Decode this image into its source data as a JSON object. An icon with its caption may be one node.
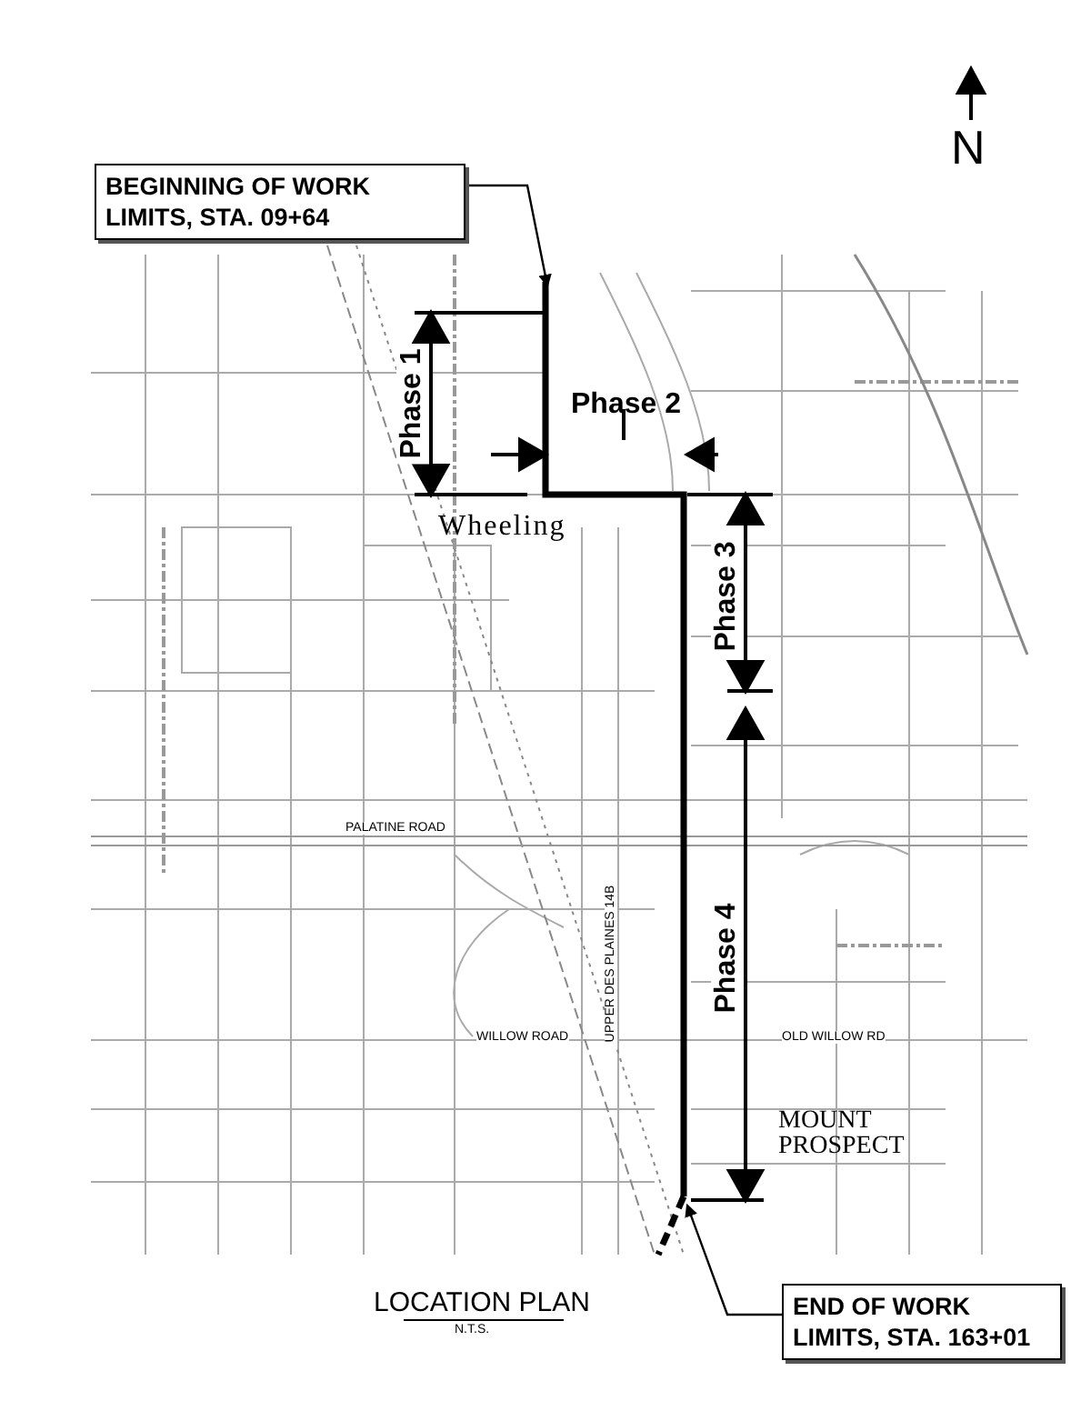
{
  "diagram": {
    "title": "LOCATION PLAN",
    "nodes": [
      {
        "text": [
          "BEGINNING OF WORK LIMITS, STA. 09+64"
        ]
      },
      {
        "text": [
          "END OF WORK LIMITS, STA. 163+01"
        ]
      }
    ],
    "edges": [
      {
        "from": 0,
        "to": null,
        "arrow": "to"
      },
      {
        "from": 1,
        "to": null,
        "arrow": "to"
      }
    ],
    "labels": [
      "N",
      "Phase 1",
      "Phase 2",
      "Wheeling",
      "Phase 3",
      "PALATINE ROAD",
      "UPPER DES PLAINES 14B",
      "Phase 4",
      "WILLOW ROAD",
      "OLD WILLOW RD",
      "MOUNT PROSPECT",
      "N.T.S."
    ]
  }
}
